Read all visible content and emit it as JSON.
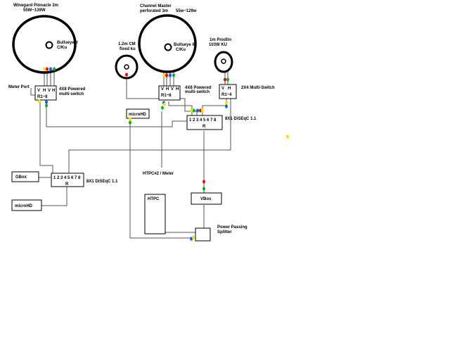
{
  "dishes": {
    "winegard": {
      "title": "Winegard Pinnacle 3m",
      "power": "55W~139W",
      "lnb": "Bullseye II",
      "band": "C/Ku"
    },
    "channel_master": {
      "title": "Channel Master",
      "subtitle": "perforated 3m",
      "power": "55w~129w",
      "lnb": "Bullseye II",
      "band": "C/Ku"
    },
    "cm_small": {
      "size": "1.2m CM",
      "type": "fixed ku"
    },
    "prodlin": {
      "size": "1m Prodlin",
      "spec": "103W KU"
    }
  },
  "switches": {
    "left": {
      "ports": [
        "V",
        "H",
        "V",
        "H"
      ],
      "range": "R1~8",
      "label1": "4X8 Powered",
      "label2": "multi-switch"
    },
    "middle": {
      "ports": [
        "V",
        "H",
        "V",
        "H"
      ],
      "range": "R1~8",
      "label1": "4X8 Powered",
      "label2": "multi-switch"
    },
    "right": {
      "ports": [
        "V",
        "H"
      ],
      "range": "R1~4",
      "label": "2X4 Multi-Switch"
    }
  },
  "diseqc": {
    "upper": {
      "ports": "1 2 3  4  5 6 7 8",
      "out": "R",
      "label": "8X1 DiSEqC 1.1"
    },
    "lower": {
      "ports": "1 2 3 4 5 6 7 8",
      "out": "R",
      "label": "8X1 DiSEqC 1.1"
    }
  },
  "devices": {
    "meter_port": "Meter Port",
    "gbox": "GBox",
    "microhd_left": "microHD",
    "microhd_mid": "microHD",
    "htpc2_meter": "HTPC#2 / Meter",
    "htpc": "HTPC",
    "vbox": "VBox",
    "splitter1": "Power Passing",
    "splitter2": "Splitter"
  },
  "colors": {
    "red": "#e01010",
    "yellow": "#f4e000",
    "blue": "#1060e8",
    "green": "#10b020",
    "line": "#555555"
  }
}
